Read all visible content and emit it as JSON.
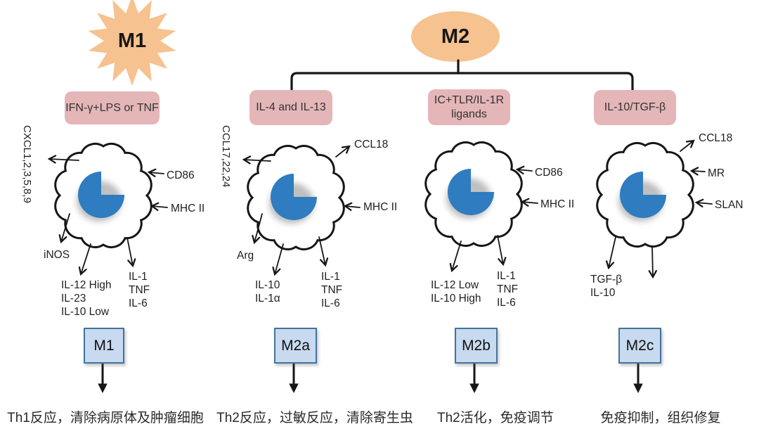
{
  "header": {
    "m1_label": "M1",
    "m2_label": "M2"
  },
  "stimuli": [
    {
      "label": "IFN-γ+LPS or TNF"
    },
    {
      "label": "IL-4 and IL-13"
    },
    {
      "label": "IC+TLR/IL-1R\nligands"
    },
    {
      "label": "IL-10/TGF-β"
    }
  ],
  "cells": [
    {
      "subtype": "M1",
      "left_vertical_label": "CXCL1,2,3,5,8,9",
      "markers": [
        "CD86",
        "MHC II"
      ],
      "enzyme_label": "iNOS",
      "cytokines_primary": "IL-12 High\nIL-23\nIL-10 Low",
      "cytokines_inflammatory": "IL-1\nTNF\nIL-6"
    },
    {
      "subtype": "M2a",
      "left_vertical_label": "CCL17,22,24",
      "secreted_top_label": "CCL18",
      "markers": [
        "MHC II"
      ],
      "enzyme_label": "Arg",
      "cytokines_primary": "IL-10\nIL-1α",
      "cytokines_inflammatory": "IL-1\nTNF\nIL-6"
    },
    {
      "subtype": "M2b",
      "markers": [
        "CD86",
        "MHC II"
      ],
      "cytokines_primary": "IL-12 Low\nIL-10 High",
      "cytokines_inflammatory": "IL-1\nTNF\nIL-6"
    },
    {
      "subtype": "M2c",
      "secreted_top_label": "CCL18",
      "markers": [
        "MR",
        "SLAN"
      ],
      "cytokines_primary": "TGF-β\nIL-10"
    }
  ],
  "subtype_boxes": [
    {
      "label": "M1"
    },
    {
      "label": "M2a"
    },
    {
      "label": "M2b"
    },
    {
      "label": "M2c"
    }
  ],
  "outcomes": [
    {
      "text": "Th1反应，清除病原体及肿瘤细胞"
    },
    {
      "text": "Th2反应，过敏反应，清除寄生虫"
    },
    {
      "text": "Th2活化，免疫调节"
    },
    {
      "text": "免疫抑制，组织修复"
    }
  ],
  "colors": {
    "shape_orange": "#F6C28F",
    "stimulus_pink": "#E4B6B8",
    "macrophage_blue": "#2F7CC0",
    "subtype_box_fill": "#C7DAEF",
    "subtype_box_border": "#44739E",
    "line": "#161616"
  }
}
